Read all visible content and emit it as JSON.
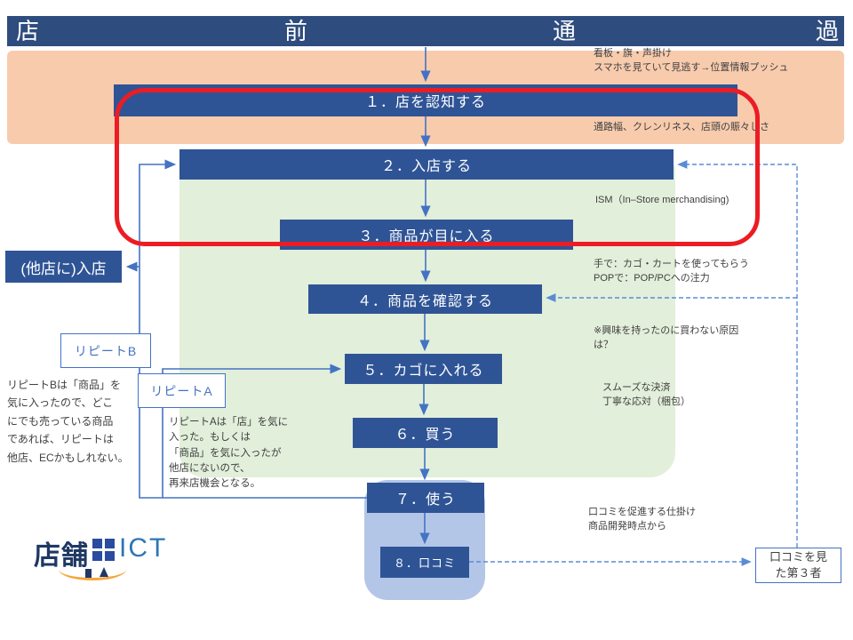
{
  "header": {
    "bar_chars": [
      "店",
      "前",
      "通",
      "過"
    ]
  },
  "steps": {
    "s1": "１．店を認知する",
    "s2": "２．入店する",
    "s3": "３．商品が目に入る",
    "s4": "４．商品を確認する",
    "s5": "５．カゴに入れる",
    "s6": "６．買う",
    "s7": "７．使う",
    "s8": "８．口コミ"
  },
  "side_boxes": {
    "other_store": "(他店に)入店",
    "repeat_b": "リピートB",
    "repeat_a": "リピートA",
    "third_party": "口コミを見\nた第３者"
  },
  "notes": {
    "signboard": "看板・旗・声掛け\nスマホを見ていて見逃す→位置情報プッシュ",
    "aisle": "通路幅、クレンリネス、店頭の賑々しさ",
    "ism": "ISM（In–Store merchandising)",
    "hand_pop": "手で：カゴ・カートを使ってもらう\nPOPで：POP/PCへの注力",
    "interest": "※興味を持ったのに買わない原因\nは？",
    "payment": "スムーズな決済\n丁寧な応対（梱包）",
    "kuchikomi": "口コミを促進する仕掛け\n商品開発時点から",
    "repeat_b_desc": "リピートBは「商品」を\n気に入ったので、どこ\nにでも売っている商品\nであれば、リピートは\n他店、ECかもしれない。",
    "repeat_a_desc": "リピートAは「店」を気に\n入った。もしくは\n「商品」を気に入ったが\n他店にないので、\n再来店機会となる。"
  },
  "logo": {
    "text_left": "店舗",
    "text_right": "ICT"
  },
  "colors": {
    "box_blue": "#2F5496",
    "topbar_blue": "#2E4C7E",
    "arrow_blue": "#4472C4",
    "dashed_blue": "#5B8BD5",
    "peach_band": "#F8CBAD",
    "green_panel": "#E2EFDA",
    "lightblue_panel": "#B4C6E7",
    "highlight_red": "#EC1C24",
    "logo_orange": "#F5A63B"
  }
}
